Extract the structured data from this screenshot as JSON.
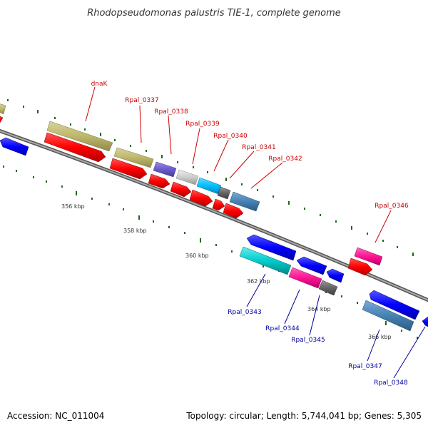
{
  "title": "Rhodopseudomonas palustris TIE-1, complete genome",
  "footer": {
    "accession": "Accession: NC_011004",
    "summary": "Topology: circular; Length: 5,744,041 bp; Genes: 5,305"
  },
  "colors": {
    "label_forward": "#cc0000",
    "label_reverse": "#000099",
    "backbone": "#888888",
    "tick": "#1a6b1a"
  },
  "ticks": [
    "356 kbp",
    "358 kbp",
    "360 kbp",
    "362 kbp",
    "364 kbp",
    "366 kbp"
  ],
  "genes_forward_labels": [
    {
      "name": "dnaK"
    },
    {
      "name": "Rpal_0337"
    },
    {
      "name": "Rpal_0338"
    },
    {
      "name": "Rpal_0339"
    },
    {
      "name": "Rpal_0340"
    },
    {
      "name": "Rpal_0341"
    },
    {
      "name": "Rpal_0342"
    },
    {
      "name": "Rpal_0346"
    }
  ],
  "genes_reverse_labels": [
    {
      "name": "Rpal_0343"
    },
    {
      "name": "Rpal_0344"
    },
    {
      "name": "Rpal_0345"
    },
    {
      "name": "Rpal_0347"
    },
    {
      "name": "Rpal_0348"
    }
  ],
  "feature_colors": {
    "cds_red": "#ff0000",
    "khaki": "#bdb76b",
    "blue": "#0000ff",
    "slate_purple": "#6a5acd",
    "light_gray": "#cccccc",
    "sky_blue": "#00bfff",
    "dim_gray": "#666666",
    "steel_blue": "#4682b4",
    "pink": "#ff1493",
    "cyan": "#00cccc"
  }
}
